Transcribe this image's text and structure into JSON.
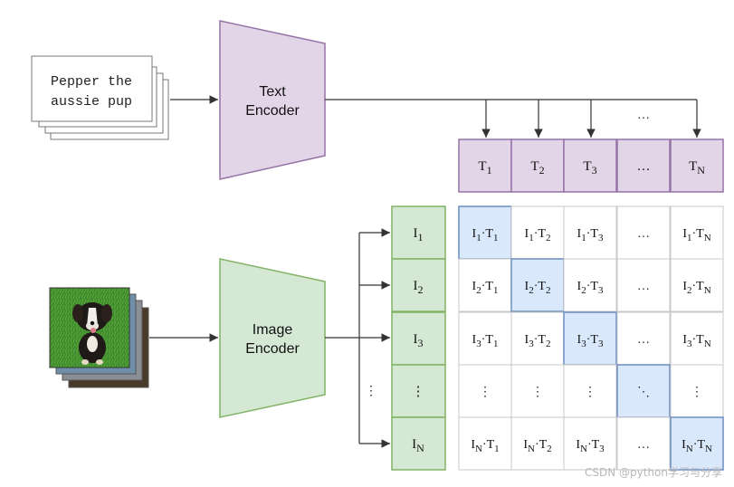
{
  "text_input": {
    "line1": "Pepper the",
    "line2": "aussie pup"
  },
  "text_encoder": {
    "line1": "Text",
    "line2": "Encoder"
  },
  "image_encoder": {
    "line1": "Image",
    "line2": "Encoder"
  },
  "text_embeddings": [
    {
      "base": "T",
      "sub": "1"
    },
    {
      "base": "T",
      "sub": "2"
    },
    {
      "base": "T",
      "sub": "3"
    },
    {
      "base": "…",
      "sub": ""
    },
    {
      "base": "T",
      "sub": "N"
    }
  ],
  "image_embeddings": [
    {
      "base": "I",
      "sub": "1"
    },
    {
      "base": "I",
      "sub": "2"
    },
    {
      "base": "I",
      "sub": "3"
    },
    {
      "base": "⋮",
      "sub": ""
    },
    {
      "base": "I",
      "sub": "N"
    }
  ],
  "ellipsis_top": "…",
  "ellipsis_left": "⋮",
  "matrix": [
    [
      {
        "i": "1",
        "t": "1"
      },
      {
        "i": "1",
        "t": "2"
      },
      {
        "i": "1",
        "t": "3"
      },
      {
        "text": "…"
      },
      {
        "i": "1",
        "t": "N"
      }
    ],
    [
      {
        "i": "2",
        "t": "1"
      },
      {
        "i": "2",
        "t": "2"
      },
      {
        "i": "2",
        "t": "3"
      },
      {
        "text": "…"
      },
      {
        "i": "2",
        "t": "N"
      }
    ],
    [
      {
        "i": "3",
        "t": "1"
      },
      {
        "i": "3",
        "t": "2"
      },
      {
        "i": "3",
        "t": "3"
      },
      {
        "text": "…"
      },
      {
        "i": "3",
        "t": "N"
      }
    ],
    [
      {
        "text": "⋮"
      },
      {
        "text": "⋮"
      },
      {
        "text": "⋮"
      },
      {
        "text": "⋱"
      },
      {
        "text": "⋮"
      }
    ],
    [
      {
        "i": "N",
        "t": "1"
      },
      {
        "i": "N",
        "t": "2"
      },
      {
        "i": "N",
        "t": "3"
      },
      {
        "text": "…"
      },
      {
        "i": "N",
        "t": "N"
      }
    ]
  ],
  "watermark": "CSDN @python学习与分享",
  "colors": {
    "text_purple_fill": "#e1d5e7",
    "text_purple_stroke": "#9673a6",
    "image_green_fill": "#d5e8d4",
    "image_green_stroke": "#82b366",
    "diag_blue_fill": "#dae8fc",
    "diag_blue_stroke": "#6c8ebf",
    "grid_stroke": "#c8c8c8",
    "line": "#333333"
  }
}
